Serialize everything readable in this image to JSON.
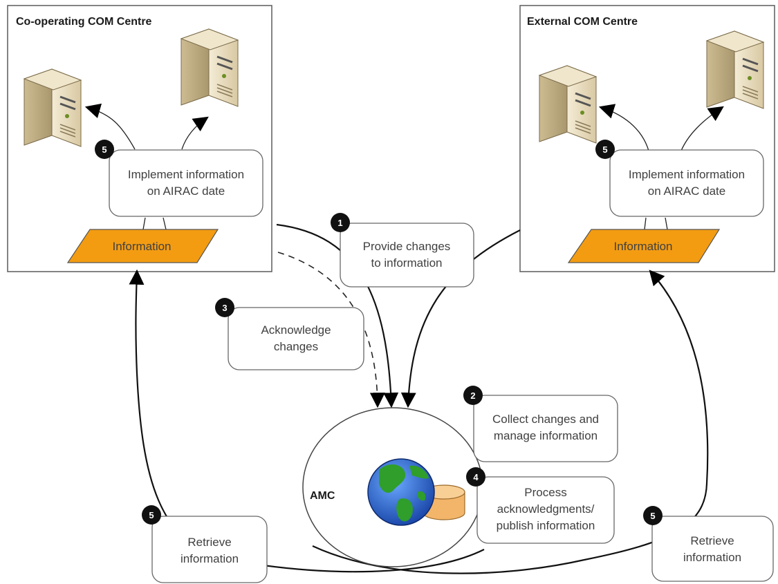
{
  "centres": {
    "cooperating": {
      "title": "Co-operating COM Centre"
    },
    "external": {
      "title": "External COM Centre"
    }
  },
  "steps": {
    "provide": {
      "number": "1",
      "line1": "Provide changes",
      "line2": "to information"
    },
    "collect": {
      "number": "2",
      "line1": "Collect changes and",
      "line2": "manage information"
    },
    "acknowledge": {
      "number": "3",
      "line1": "Acknowledge",
      "line2": "changes"
    },
    "process": {
      "number": "4",
      "line1": "Process",
      "line2": "acknowledgments/",
      "line3": "publish information"
    },
    "implement_left": {
      "number": "5",
      "line1": "Implement information",
      "line2": "on AIRAC date"
    },
    "implement_right": {
      "number": "5",
      "line1": "Implement information",
      "line2": "on AIRAC date"
    },
    "retrieve_left": {
      "number": "5",
      "line1": "Retrieve",
      "line2": "information"
    },
    "retrieve_right": {
      "number": "5",
      "line1": "Retrieve",
      "line2": "information"
    }
  },
  "information_left": "Information",
  "information_right": "Information",
  "amc_label": "AMC",
  "colors": {
    "information_fill": "#f39c12",
    "badge": "#111111",
    "globe_ocean": "#1e62d6",
    "globe_land": "#2f9e2a",
    "database": "#f3b56a",
    "server": "#e8dcc0"
  },
  "icons": [
    "server-icon",
    "globe-icon",
    "database-icon",
    "arrow-head"
  ]
}
